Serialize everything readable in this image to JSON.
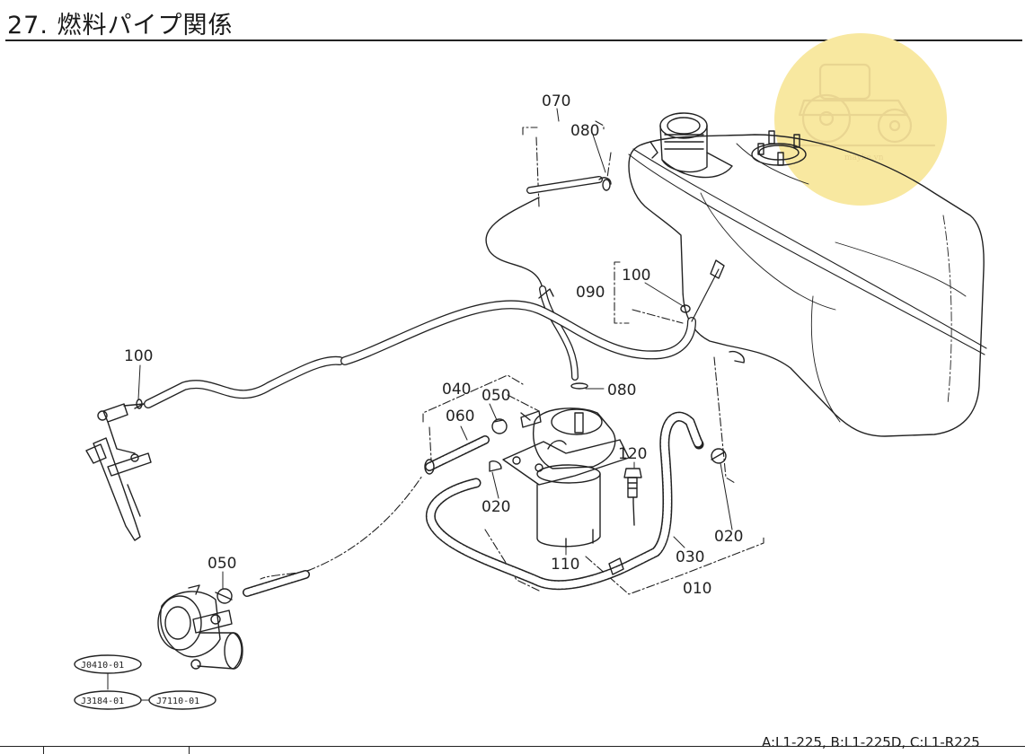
{
  "title": "27. 燃料パイプ関係",
  "part_labels": [
    "070",
    "080",
    "100",
    "090",
    "100",
    "080",
    "040",
    "050",
    "060",
    "120",
    "020",
    "110",
    "030",
    "020",
    "010",
    "050"
  ],
  "reference_codes": [
    "J0410-01",
    "J3184-01",
    "J7110-01"
  ],
  "watermark": {
    "text": "mayke.vn",
    "color": "#f8e8a0"
  },
  "model_note": "A:L1-225,  B:L1-225D,  C:L1-R225"
}
